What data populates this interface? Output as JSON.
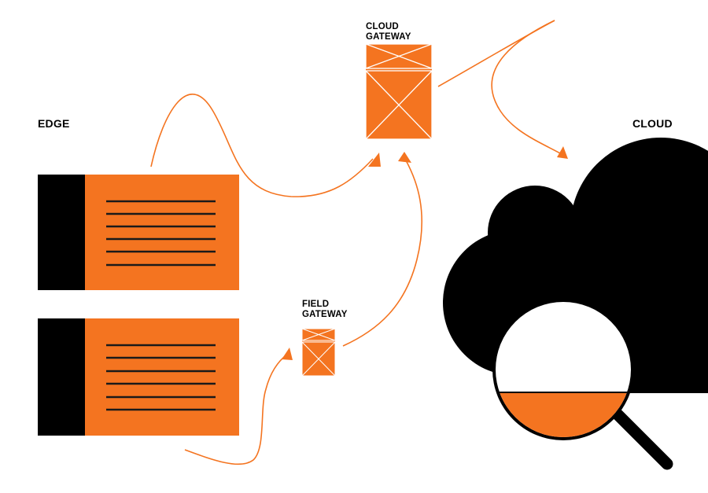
{
  "labels": {
    "edge": "EDGE",
    "cloud": "CLOUD",
    "cloud_gateway_line1": "CLOUD",
    "cloud_gateway_line2": "GATEWAY",
    "field_gateway_line1": "FIELD",
    "field_gateway_line2": "GATEWAY"
  },
  "colors": {
    "accent": "#F47420",
    "ink": "#000000",
    "background": "#FFFFFF"
  },
  "icons": {
    "device_1": "server-rack-icon",
    "device_2": "server-rack-icon",
    "cloud_gateway": "gateway-box-icon",
    "field_gateway": "gateway-box-icon",
    "cloud": "cloud-icon",
    "magnifier": "magnifying-glass-icon"
  }
}
